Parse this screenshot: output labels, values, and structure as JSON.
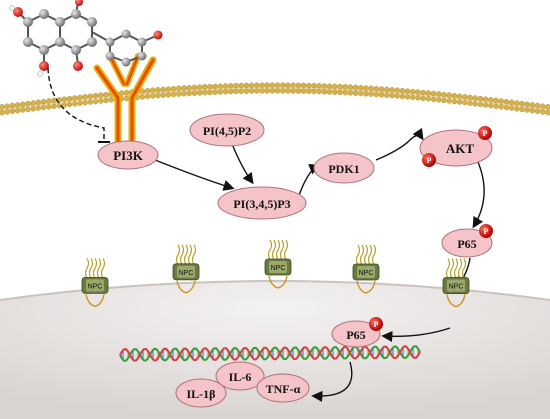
{
  "nodes": {
    "pi3k": "PI3K",
    "pip2": "PI(4,5)P2",
    "pip3": "PI(3,4,5)P3",
    "pdk1": "PDK1",
    "akt": "AKT",
    "p65_cyto": "P65",
    "p65_nuc": "P65",
    "il1b": "IL-1β",
    "il6": "IL-6",
    "tnfa": "TNF-α"
  },
  "phospho_label": "P",
  "npc_label": "NPC",
  "colors": {
    "node_fill": "#f5c4c8",
    "node_stroke": "#b0707a",
    "phospho": "#e01010",
    "membrane_head": "#d6b24a",
    "receptor_outer": "#e8b000",
    "receptor_inner": "#e84a1a",
    "nucleus": "#e2dedc",
    "npc_body": "#6a7a42",
    "dna_a": "#3a9a3a",
    "dna_b": "#d04040"
  }
}
